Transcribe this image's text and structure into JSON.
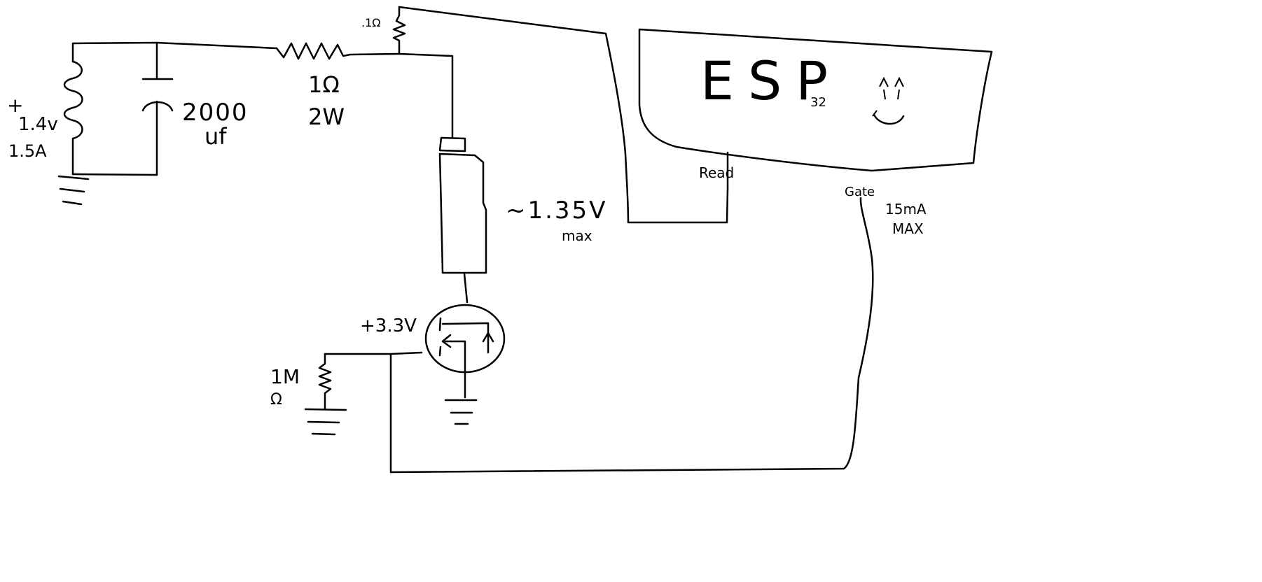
{
  "colors": {
    "ink": "#000000",
    "background": "#ffffff"
  },
  "diagram": {
    "source": {
      "plus": "+",
      "voltage": "1.4v",
      "current": "1.5A"
    },
    "capacitor": {
      "value": "2000",
      "unit": "uf"
    },
    "series_resistor": {
      "value": "1Ω",
      "power": "2W"
    },
    "sense_resistor": {
      "value": ".1Ω"
    },
    "load": {
      "voltage": "~1.35V",
      "note": "max"
    },
    "mosfet": {
      "gate_voltage": "+3.3V"
    },
    "pulldown_resistor": {
      "value": "1M",
      "unit": "Ω"
    },
    "esp32": {
      "label": "ESP",
      "subscript": "32",
      "face": ":)"
    },
    "pins": {
      "read": "Read",
      "gate": "Gate",
      "gate_current": "15mA",
      "gate_current_note": "MAX"
    }
  }
}
